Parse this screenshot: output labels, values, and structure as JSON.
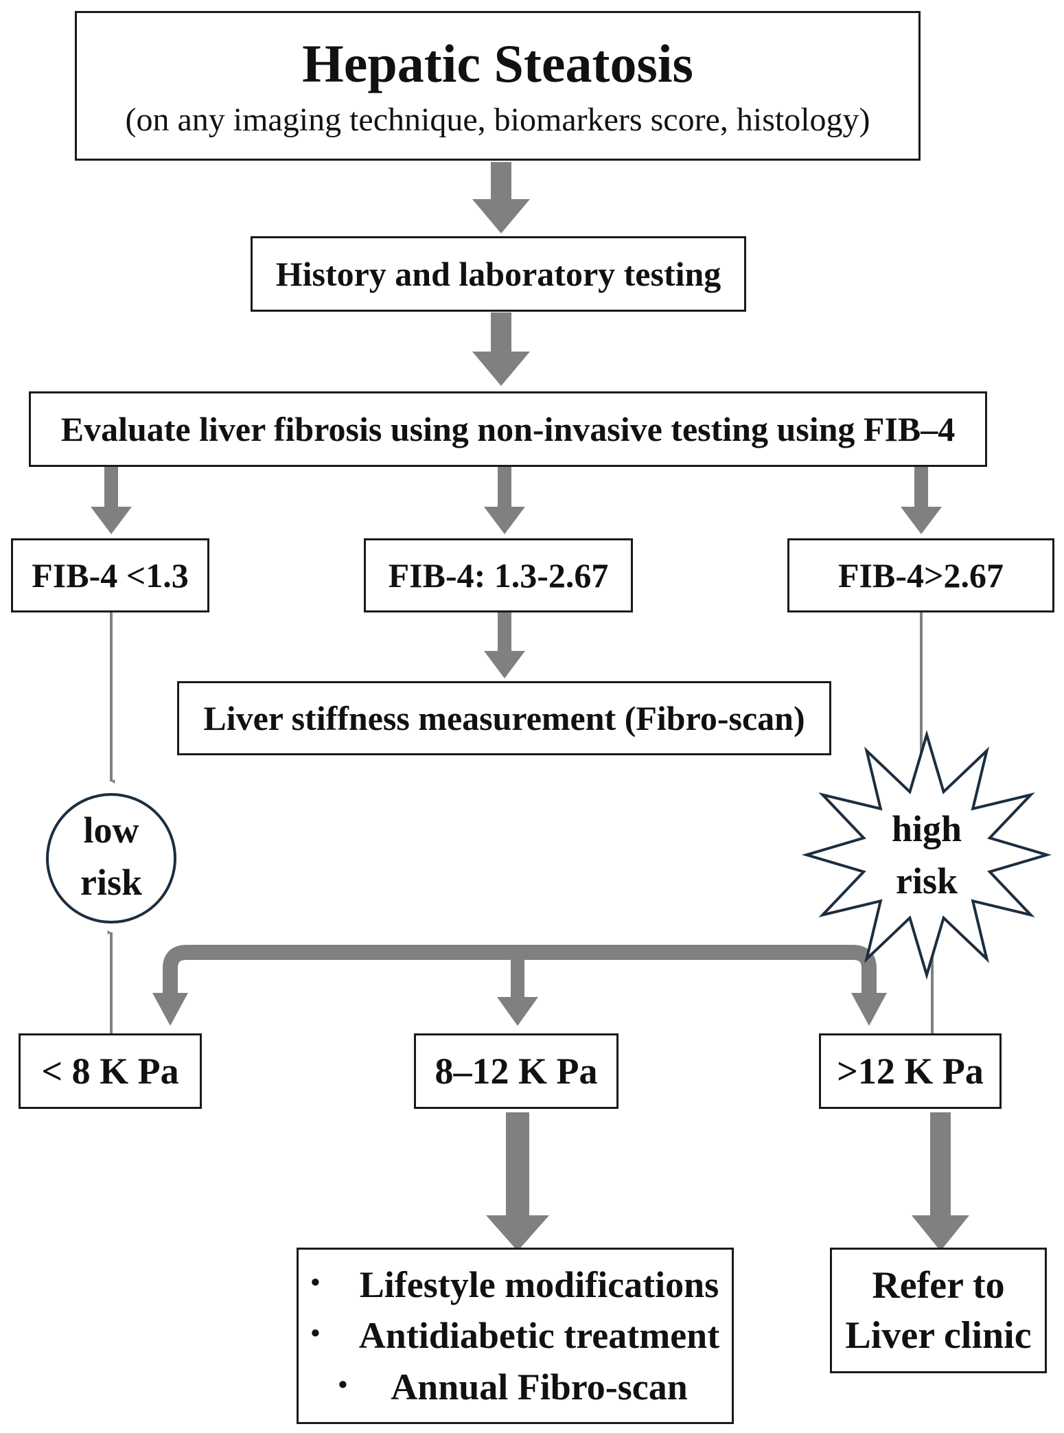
{
  "colors": {
    "arrow": "#808080",
    "border": "#1a1a1a",
    "star_border": "#1c2e40"
  },
  "title_box": {
    "title": "Hepatic Steatosis",
    "subtitle": "(on any imaging technique, biomarkers score, histology)"
  },
  "history_box": {
    "label": "History and laboratory testing"
  },
  "evaluate_box": {
    "label": "Evaluate liver fibrosis using non-invasive testing using FIB–4"
  },
  "fib_boxes": {
    "low": "FIB-4 <1.3",
    "mid": "FIB-4: 1.3-2.67",
    "high": "FIB-4>2.67"
  },
  "stiffness_box": {
    "label": "Liver stiffness measurement (Fibro-scan)"
  },
  "low_risk": {
    "line1": "low",
    "line2": "risk"
  },
  "high_risk": {
    "line1": "high",
    "line2": "risk"
  },
  "kpa_boxes": {
    "low": "< 8 K Pa",
    "mid": "8–12 K Pa",
    "high": ">12 K Pa"
  },
  "management_box": {
    "items": [
      "Lifestyle modifications",
      "Antidiabetic treatment",
      "Annual Fibro-scan"
    ],
    "bullet": "•"
  },
  "refer_box": {
    "line1": "Refer to",
    "line2": "Liver clinic"
  }
}
